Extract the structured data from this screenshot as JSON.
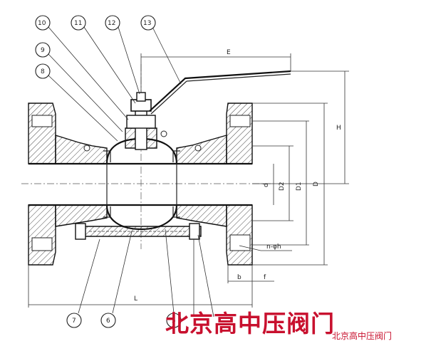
{
  "callouts": {
    "c10": "10",
    "c11": "11",
    "c12": "12",
    "c13": "13",
    "c9": "9",
    "c8": "8",
    "c7": "7",
    "c6": "6",
    "c5": "5"
  },
  "dimensions": {
    "E": "E",
    "H": "H",
    "d": "d",
    "D2": "D2",
    "D1": "D1",
    "D": "D",
    "n_phi_h": "n-φh",
    "b": "b",
    "f": "f",
    "L": "L"
  },
  "watermark": {
    "large": "北京高中压阀门",
    "small": "北京高中压阀门"
  },
  "colors": {
    "line": "#222222",
    "watermark": "#c8102e"
  }
}
